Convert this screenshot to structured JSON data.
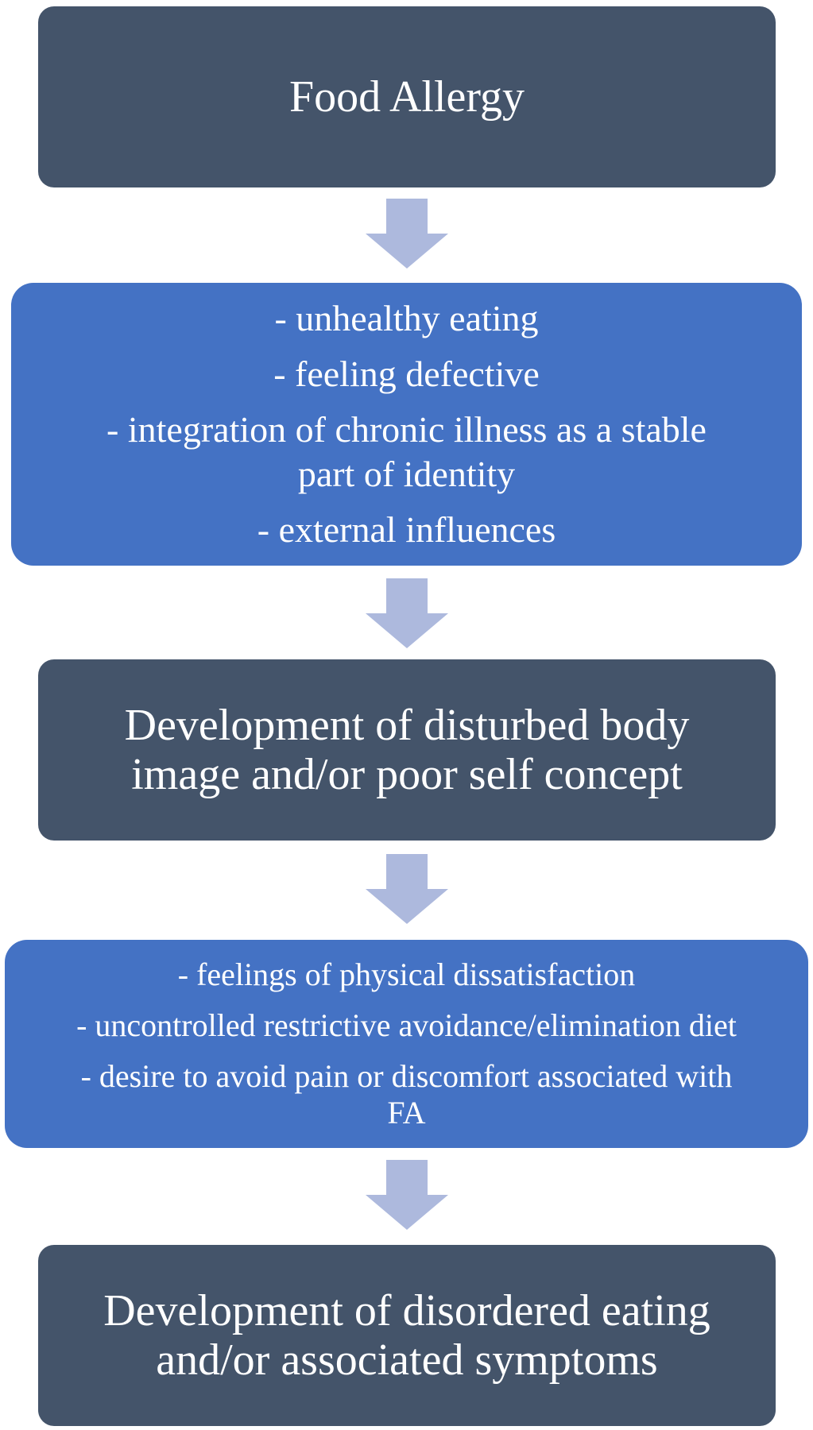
{
  "colors": {
    "dark_box": "#44546a",
    "blue_box": "#4472c4",
    "arrow": "#adb9dd",
    "text": "#ffffff"
  },
  "flowchart": {
    "step1": {
      "lines": [
        "Food Allergy"
      ]
    },
    "step2": {
      "lines": [
        "- unhealthy eating",
        "- feeling defective",
        "- integration of chronic illness as a stable",
        "part of identity",
        "- external influences"
      ]
    },
    "step3": {
      "lines": [
        "Development of disturbed body",
        "image and/or poor self concept"
      ]
    },
    "step4": {
      "lines": [
        "- feelings of physical dissatisfaction",
        "- uncontrolled restrictive avoidance/elimination diet",
        "- desire to avoid pain or discomfort associated with",
        "FA"
      ]
    },
    "step5": {
      "lines": [
        "Development of disordered eating",
        "and/or associated symptoms"
      ]
    }
  }
}
